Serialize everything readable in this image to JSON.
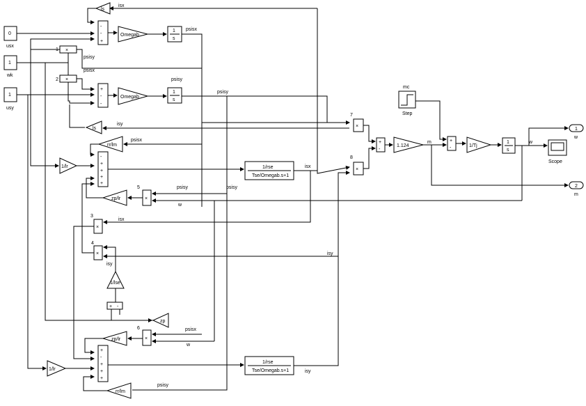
{
  "sources": {
    "usx": {
      "value": "0",
      "label": "usx"
    },
    "wk": {
      "value": "1",
      "label": "wk"
    },
    "usy": {
      "value": "1",
      "label": "usy"
    }
  },
  "gains": {
    "ls_top": "ls",
    "omegab": "Omegab",
    "ls_mid": "ls",
    "rr_lm": "rr/lm",
    "inv_lr": "1/lr",
    "zp_lr": "zp/lr",
    "inv_lse": "1/lse",
    "zp": "zp",
    "gain_1124": "1.124",
    "inv_tj": "1/Tj"
  },
  "integrator": {
    "num": "1",
    "den": "s"
  },
  "transfer_fcn": {
    "num": "1/rse",
    "den": "Tse/Omegab.s+1"
  },
  "products": {
    "p1": "1",
    "p2": "2",
    "p3": "3",
    "p4": "4",
    "p5": "5",
    "p6": "6",
    "p7": "7",
    "p8": "8"
  },
  "signals": {
    "isx": "isx",
    "isy": "isy",
    "psisx": "psisx",
    "psisy": "psisy",
    "w": "w",
    "m": "m",
    "mc": "mc"
  },
  "step": {
    "label": "Step"
  },
  "scope": {
    "label": "Scope"
  },
  "outports": {
    "w": {
      "num": "1",
      "label": "w"
    },
    "m": {
      "num": "2",
      "label": "m"
    }
  },
  "sum_signs": {
    "plus": "+",
    "minus": "-"
  }
}
